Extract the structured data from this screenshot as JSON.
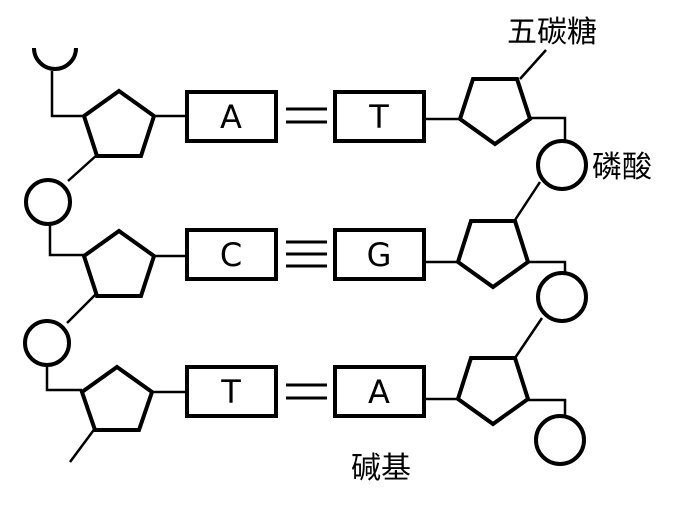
{
  "labels": {
    "pentose": "五碳糖",
    "phosphate": "磷酸",
    "base": "碱基"
  },
  "pairs": [
    {
      "left": "A",
      "right": "T",
      "bonds": 2
    },
    {
      "left": "C",
      "right": "G",
      "bonds": 3
    },
    {
      "left": "T",
      "right": "A",
      "bonds": 2
    }
  ]
}
